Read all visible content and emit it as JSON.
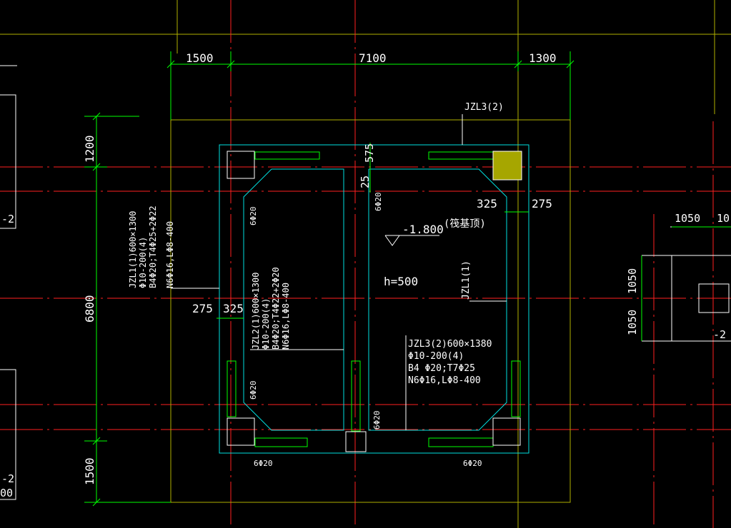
{
  "colors": {
    "background": "#000000",
    "axis": "#ff2020",
    "grid": "#b0b000",
    "dimension": "#00ff00",
    "beam": "#00e0e0",
    "label": "#ffffff",
    "column_fill": "#a6a600"
  },
  "dimensions": {
    "top": [
      "1500",
      "7100",
      "1300"
    ],
    "left": [
      "1200",
      "6800",
      "1500"
    ],
    "right_top": [
      "1050",
      "10"
    ],
    "right_side": [
      "1050",
      "1050"
    ],
    "offsets": {
      "top_575": "575",
      "top_25": "25",
      "right_325": "325",
      "right_275": "275",
      "left_275": "275",
      "left_325": "325"
    }
  },
  "labels": {
    "jzl3_top": "JZL3(2)",
    "jzl1_left": [
      "JZL1(1)600×1300",
      "Φ10-200(4)",
      "B4Φ20;T4Φ25+2Φ22",
      "N6Φ16,LΦ8-400"
    ],
    "jzl2": [
      "JZL2(1)600×1300",
      "Φ10-200(4)",
      "B4Φ20;T4Φ22+2Φ20",
      "N6Φ16,LΦ8-400"
    ],
    "jzl3": [
      "JZL3(2)600×1380",
      "Φ10-200(4)",
      "B4 Φ20;T7Φ25",
      "N6Φ16,LΦ8-400"
    ],
    "jzl1_mid": "JZL1(1)",
    "level": "-1.800",
    "level_note": "(筏基顶)",
    "thickness": "h=500",
    "rebar": "6Φ20",
    "edge_left_a": "-2",
    "edge_left_b": "-2",
    "edge_left_c": "00",
    "edge_right": "-2"
  }
}
